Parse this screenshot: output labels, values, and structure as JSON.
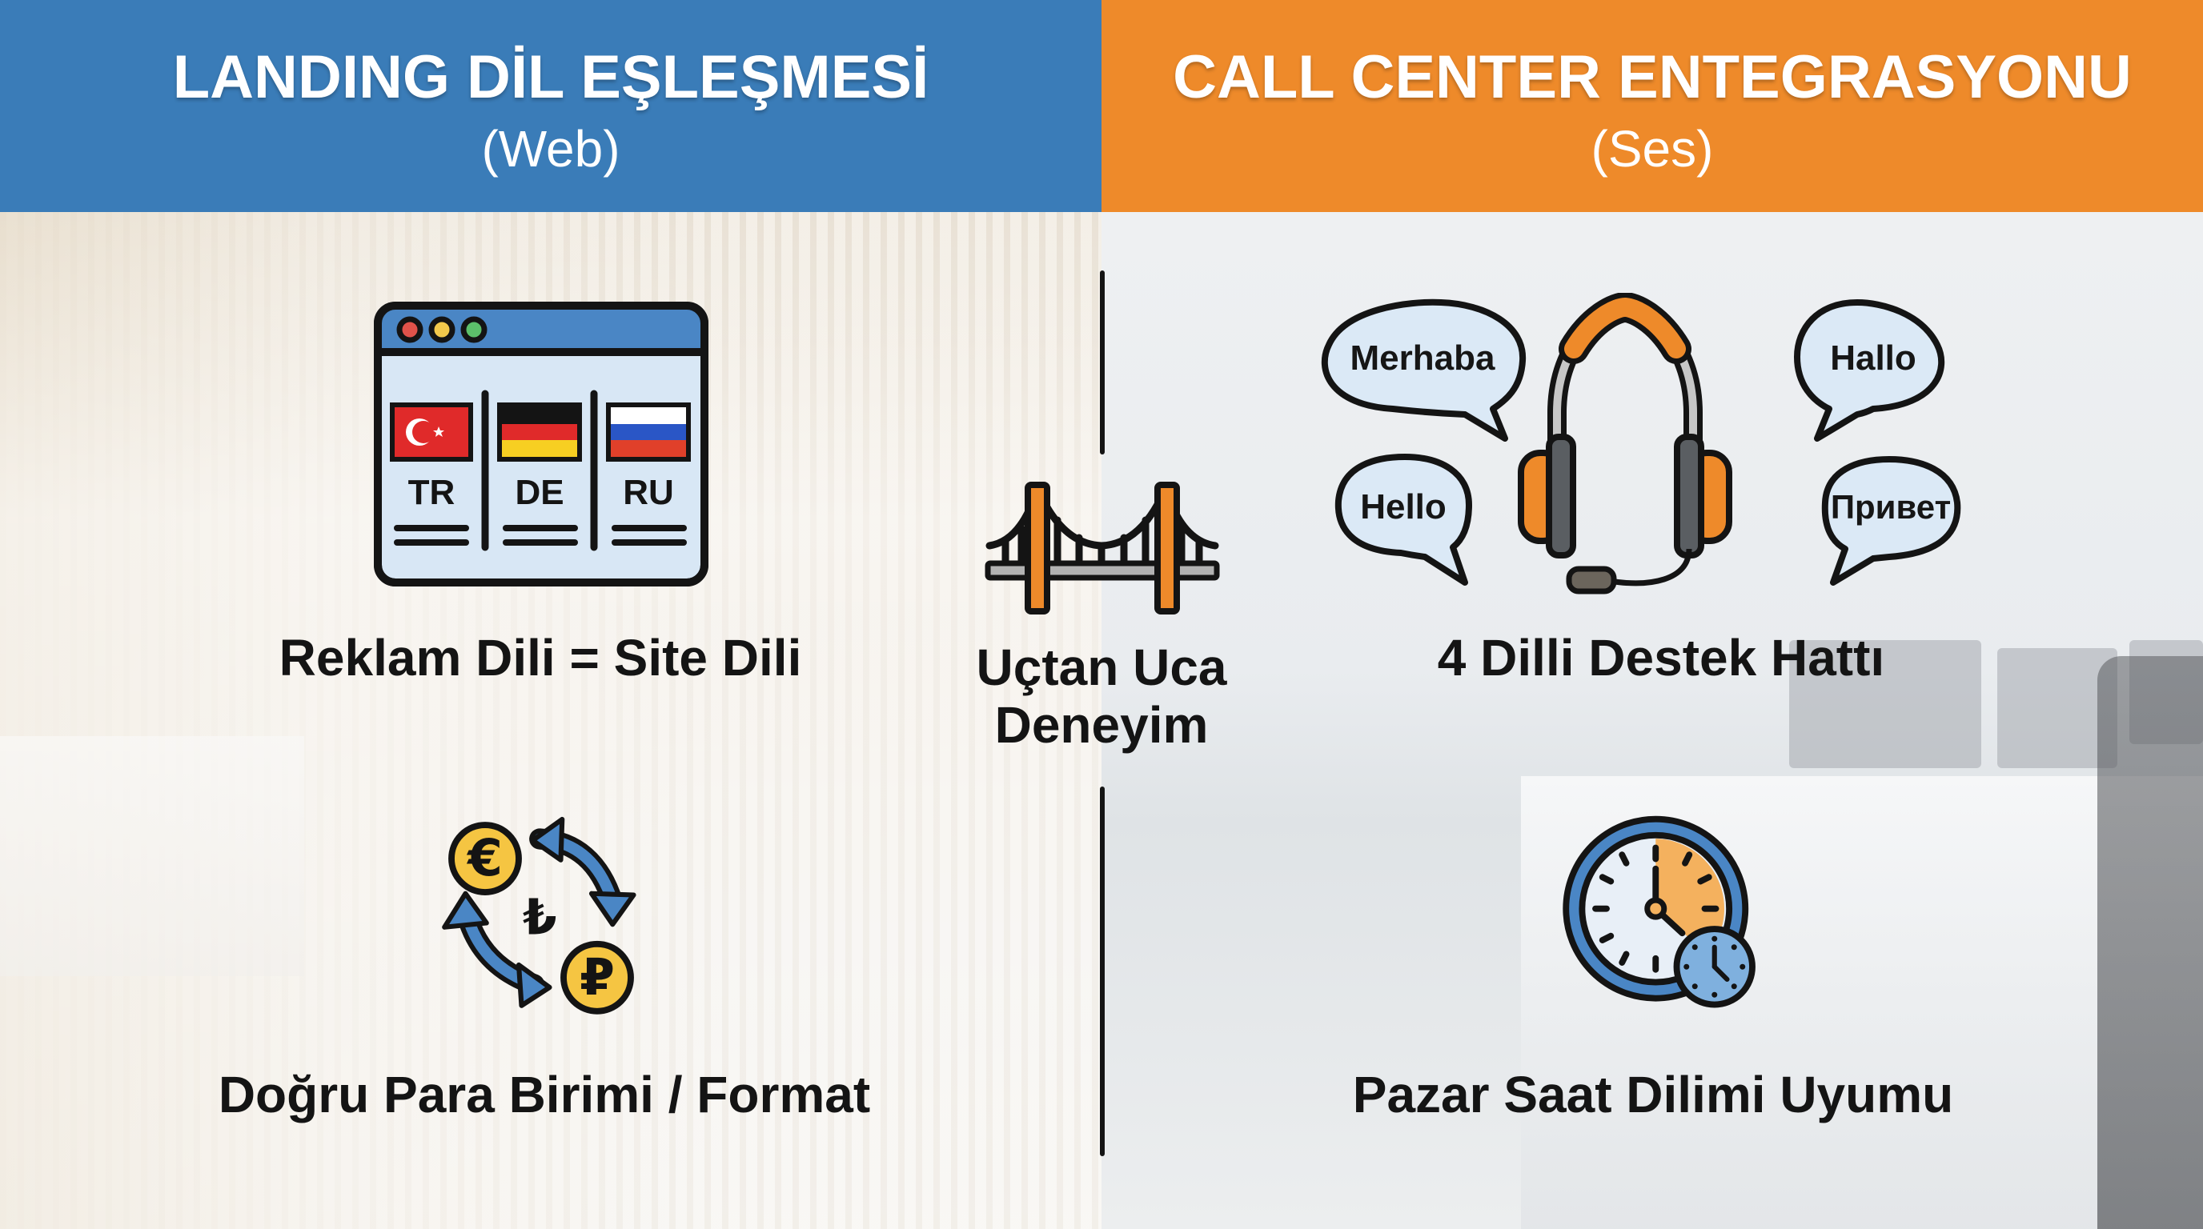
{
  "header": {
    "left": {
      "title": "LANDING DİL EŞLEŞMESİ",
      "subtitle": "(Web)",
      "color": "#3a7cb8"
    },
    "right": {
      "title": "CALL CENTER ENTEGRASYONU",
      "subtitle": "(Ses)",
      "color": "#ee8a2a"
    }
  },
  "left_panel": {
    "background": "hotel-lobby-photo",
    "items": [
      {
        "icon": "browser-language-flags-icon",
        "languages": [
          {
            "code": "TR",
            "flag": "turkey-flag"
          },
          {
            "code": "DE",
            "flag": "germany-flag"
          },
          {
            "code": "RU",
            "flag": "russia-flag"
          }
        ],
        "label": "Reklam Dili = Site Dili"
      },
      {
        "icon": "currency-exchange-icon",
        "symbols": [
          "€",
          "₺",
          "₽"
        ],
        "label": "Doğru Para Birimi / Format"
      }
    ]
  },
  "center": {
    "icon": "bridge-icon",
    "label_line1": "Uçtan Uca",
    "label_line2": "Deneyim"
  },
  "right_panel": {
    "background": "office-photo",
    "items": [
      {
        "icon": "headset-icon",
        "greetings": [
          "Merhaba",
          "Hallo",
          "Hello",
          "Привет"
        ],
        "label": "4 Dilli Destek Hattı"
      },
      {
        "icon": "clock-timezone-icon",
        "label": "Pazar Saat Dilimi Uyumu"
      }
    ]
  },
  "colors": {
    "blue": "#3a7cb8",
    "orange": "#ee8a2a",
    "icon_blue": "#4a86c5",
    "icon_light_blue": "#dbe9f6",
    "coin_yellow": "#f5c542",
    "text": "#141414"
  }
}
